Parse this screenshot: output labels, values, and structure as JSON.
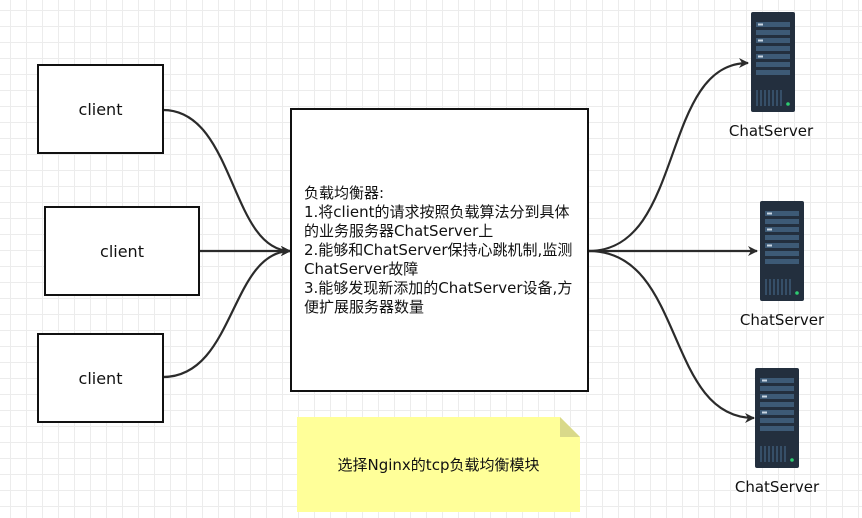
{
  "clients": [
    {
      "label": "client"
    },
    {
      "label": "client"
    },
    {
      "label": "client"
    }
  ],
  "load_balancer": {
    "text": "负载均衡器:\n1.将client的请求按照负载算法分到具体的业务服务器ChatServer上\n2.能够和ChatServer保持心跳机制,监测ChatServer故障\n3.能够发现新添加的ChatServer设备,方便扩展服务器数量"
  },
  "servers": [
    {
      "label": "ChatServer",
      "icon": "server-rack-icon"
    },
    {
      "label": "ChatServer",
      "icon": "server-rack-icon"
    },
    {
      "label": "ChatServer",
      "icon": "server-rack-icon"
    }
  ],
  "note": {
    "text": "选择Nginx的tcp负载均衡模块",
    "fill_color": "#ffff99",
    "fold_color": "#d9d98a"
  },
  "colors": {
    "stroke": "#2b2b2b",
    "server_body": "#232f3e",
    "server_panel": "#3d5a76",
    "server_led": "#2ecc71"
  }
}
